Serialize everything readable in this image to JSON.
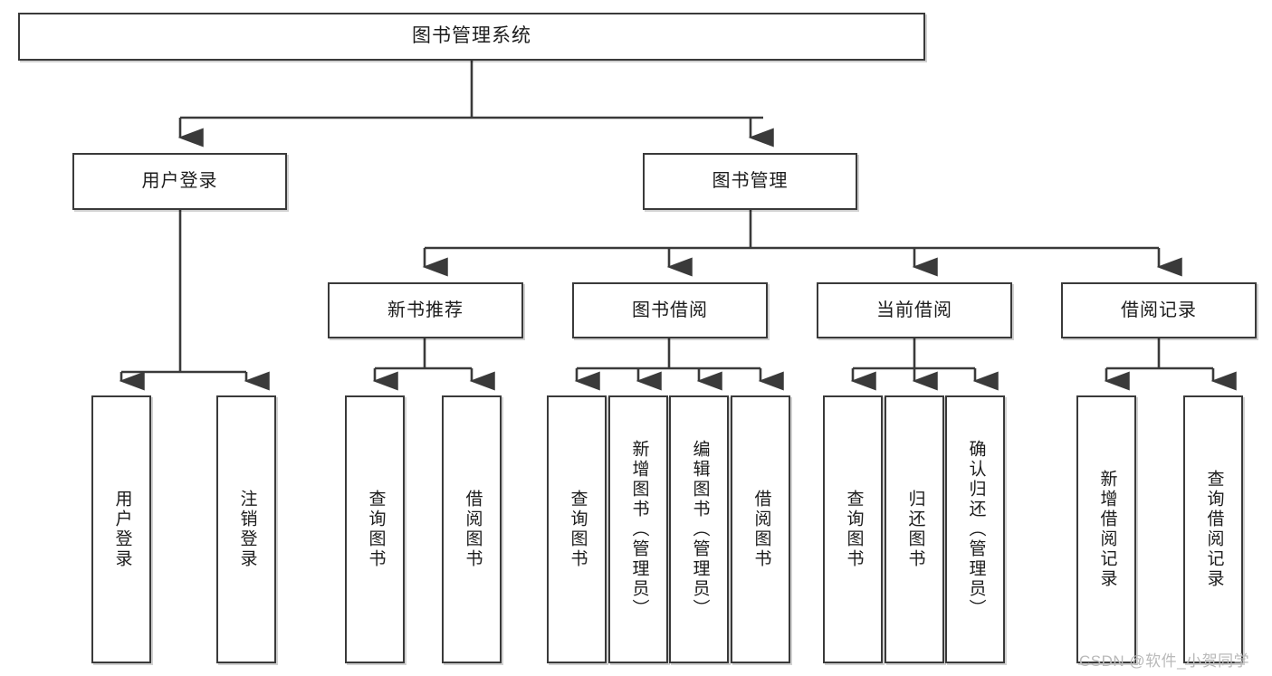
{
  "diagram": {
    "title": "图书管理系统",
    "type": "tree-hierarchy",
    "root": {
      "label": "图书管理系统"
    },
    "level1": [
      {
        "label": "用户登录"
      },
      {
        "label": "图书管理"
      }
    ],
    "level2": [
      {
        "label": "新书推荐"
      },
      {
        "label": "图书借阅"
      },
      {
        "label": "当前借阅"
      },
      {
        "label": "借阅记录"
      }
    ],
    "leaves": [
      {
        "label": "用户登录"
      },
      {
        "label": "注销登录"
      },
      {
        "label": "查询图书"
      },
      {
        "label": "借阅图书"
      },
      {
        "label": "查询图书"
      },
      {
        "label": "新增图书（管理员）"
      },
      {
        "label": "编辑图书（管理员）"
      },
      {
        "label": "借阅图书"
      },
      {
        "label": "查询图书"
      },
      {
        "label": "归还图书"
      },
      {
        "label": "确认归还（管理员）"
      },
      {
        "label": "新增借阅记录"
      },
      {
        "label": "查询借阅记录"
      }
    ],
    "watermark": "CSDN @软件_小贺同学",
    "colors": {
      "stroke": "#3a3a3a",
      "background": "#ffffff",
      "text": "#1c1c1c",
      "watermark": "#b9b9b9"
    }
  }
}
